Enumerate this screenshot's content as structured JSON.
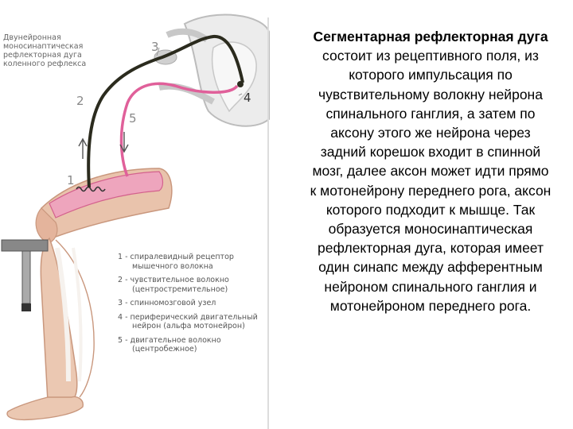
{
  "figure": {
    "title_lines": [
      "Двунейронная",
      "моносинаптическая",
      "рефлекторная дуга",
      "коленного рефлекса"
    ],
    "labels": {
      "n1": "1",
      "n2": "2",
      "n3": "3",
      "n4": "4",
      "n5": "5"
    },
    "legend": [
      {
        "line1": "1 - спиралевидный рецептор",
        "line2": "мышечного волокна"
      },
      {
        "line1": "2 - чувствительное волокно",
        "line2": "(центростремительное)"
      },
      {
        "line1": "3 - спинномозговой узел",
        "line2": ""
      },
      {
        "line1": "4 - периферический двигательный",
        "line2": "нейрон (альфа мотонейрон)"
      },
      {
        "line1": "5 - двигательное волокно",
        "line2": "(центробежное)"
      }
    ],
    "colors": {
      "skin": "#e8bfa7",
      "skin_dark": "#c9927a",
      "muscle": "#e0609a",
      "nerve_dark": "#2b2b1e",
      "cord": "#d6d6d6"
    }
  },
  "text": {
    "bold_part": "Сегментарная рефлекторная дуга",
    "rest": " состоит из рецептивного поля, из которого импульсация по чувствительному волокну нейрона спинального ганглия, а затем по аксону этого же нейрона через задний корешок входит в спинной мозг, далее аксон может идти прямо к мотонейрону переднего рога, аксон которого подходит к мышце. Так образуется моносинаптическая рефлекторная дуга, которая имеет один синапс между афферентным нейроном спинального ганглия и мотонейроном переднего рога."
  }
}
